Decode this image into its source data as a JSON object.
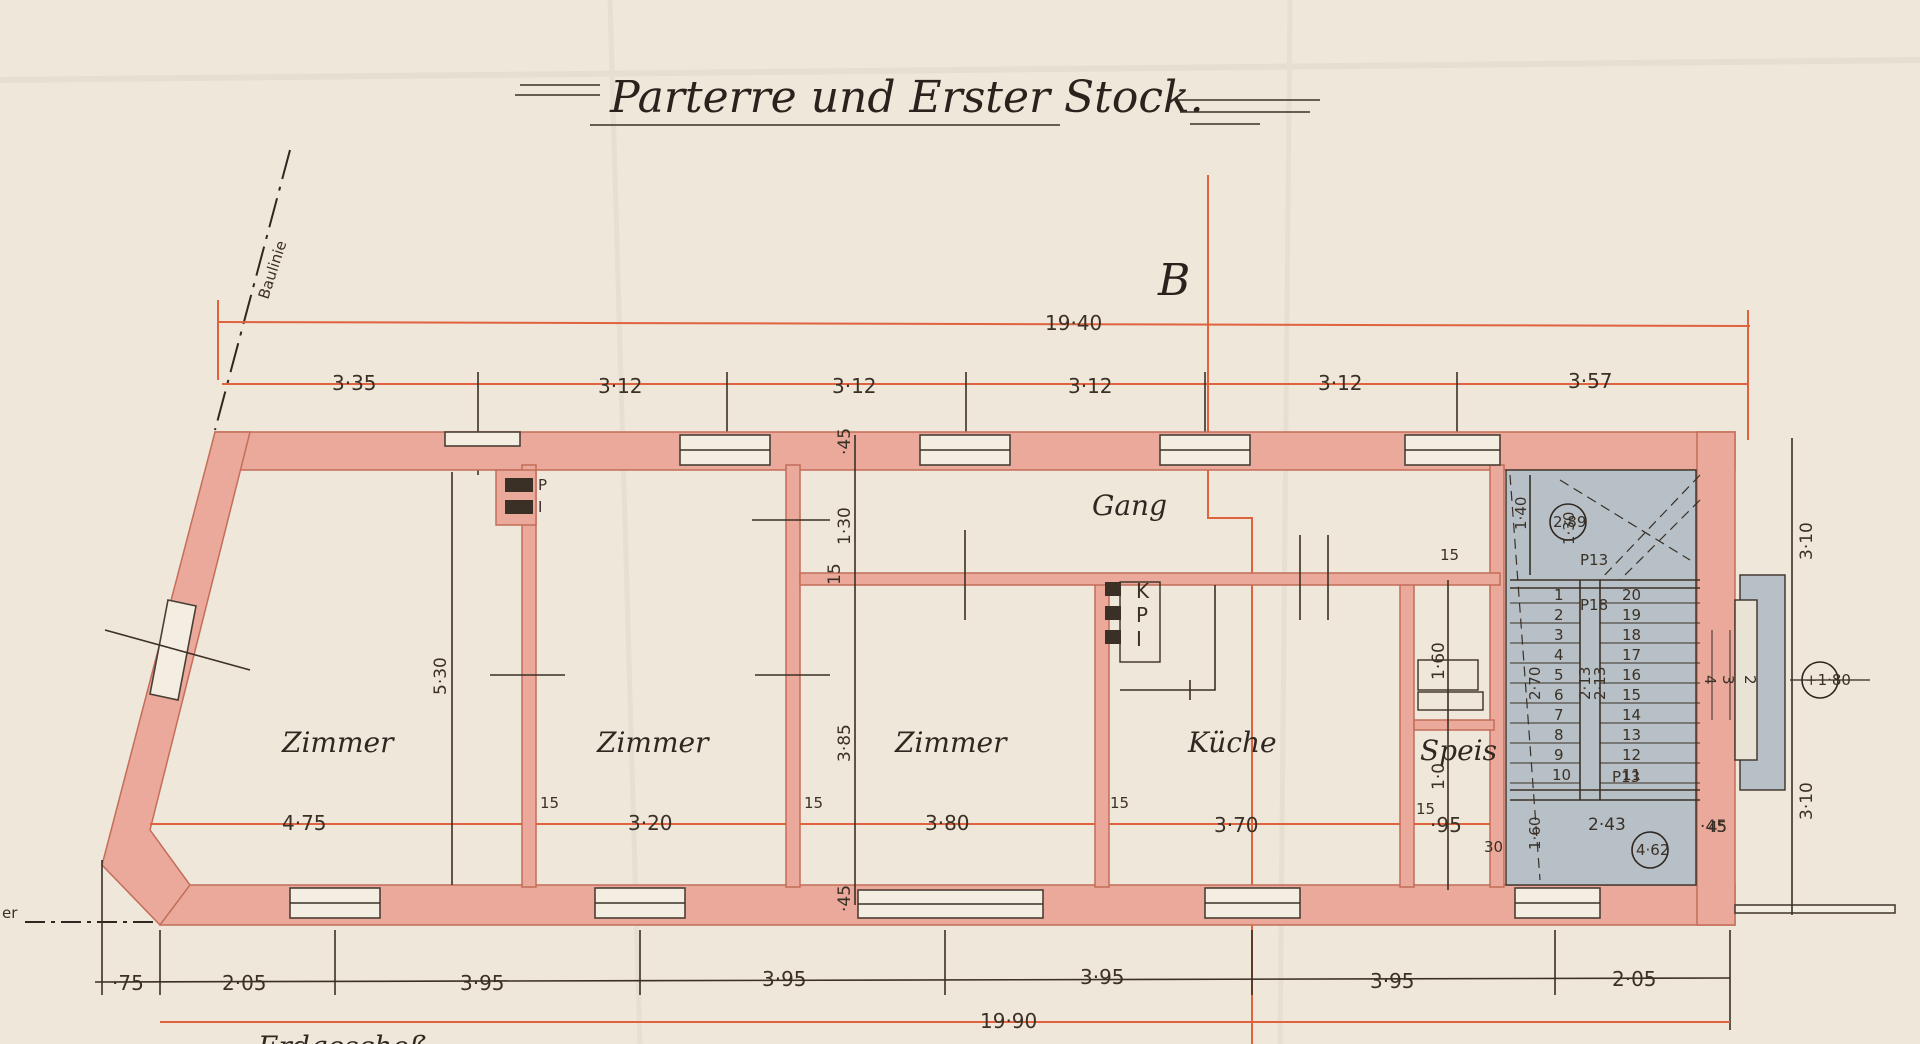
{
  "title": "Parterre und Erster Stock.",
  "axis_label": "B",
  "baulinie_label": "Baulinie",
  "left_edge_label": "er",
  "rooms": [
    "Zimmer",
    "Zimmer",
    "Zimmer",
    "Küche"
  ],
  "gang_label": "Gang",
  "speis_label": "Speis",
  "top_total": "19·40",
  "top_segments": [
    "3·35",
    "3·12",
    "3·12",
    "3·12",
    "3·12",
    "3·57"
  ],
  "inner_widths": [
    "4·75",
    "3·20",
    "3·80",
    "3·70",
    "·95"
  ],
  "wall_thickness_labels": [
    "15",
    "15",
    "15",
    "15",
    "15",
    "30",
    "45"
  ],
  "vertical_dims": {
    "zimmer1": "5·30",
    "gang_top": "·45",
    "gang_height": "1·30",
    "partition": "15",
    "zimmer3": "3·85",
    "bottom": "·45",
    "speis_top": "1·60",
    "speis_bottom": "1·0",
    "right_top": "3·10",
    "right_bottom": "3·10",
    "stair_a": "1·40",
    "stair_b": "1·30",
    "stair_c": "2·70",
    "stair_d": "1·60",
    "stair_e": "2·13",
    "stair_f": "2·13"
  },
  "chimney_labels": [
    "P",
    "I",
    "K",
    "P",
    "I"
  ],
  "stair_steps_left": [
    "1",
    "2",
    "3",
    "4",
    "5",
    "6",
    "7",
    "8",
    "9",
    "10"
  ],
  "stair_steps_right": [
    "20",
    "19",
    "18",
    "17",
    "16",
    "15",
    "14",
    "13",
    "12",
    "11"
  ],
  "porch_steps": [
    "4",
    "3",
    "2"
  ],
  "level_marks": [
    "2·89",
    "+1·80",
    "4·62"
  ],
  "stair_misc": [
    "2·43",
    "·45",
    "P13",
    "P18",
    "P13",
    "15",
    "·95"
  ],
  "bottom_segments": [
    "·75",
    "2·05",
    "3·95",
    "3·95",
    "3·95",
    "3·95",
    "2·05"
  ],
  "bottom_total": "19·90",
  "bottom_partial": "Erdgeschoß"
}
